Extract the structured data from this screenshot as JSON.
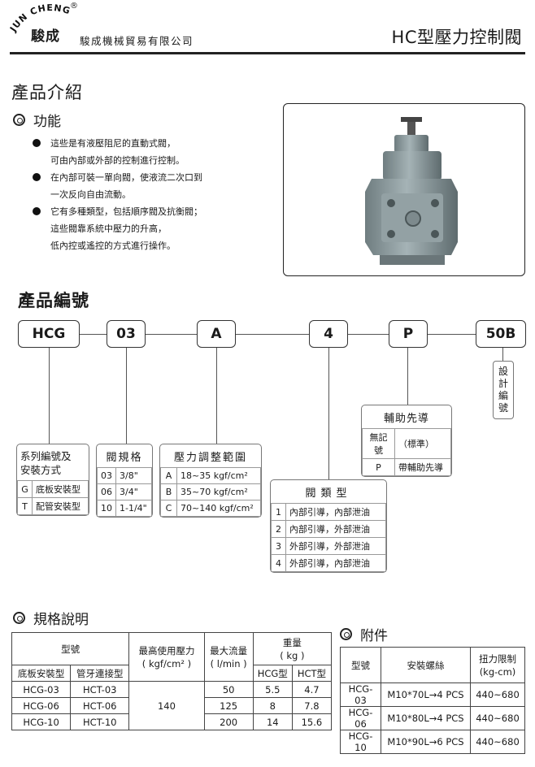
{
  "header": {
    "logo_latin": "JUN CHENG",
    "logo_registered": "®",
    "logo_cn": "駿成",
    "company": "駿成機械貿易有限公司",
    "title": "HC型壓力控制閥"
  },
  "intro": {
    "heading": "產品介紹",
    "function_heading": "功能",
    "features": [
      [
        "這些是有液壓阻尼的直動式閥，",
        "可由內部或外部的控制進行控制。"
      ],
      [
        "在內部可裝一單向閥，使液流二次口到",
        "一次反向自由流動。"
      ],
      [
        "它有多種類型，包括順序閥及抗衡閥；",
        "這些閥靠系統中壓力的升高，",
        "低內控或遙控的方式進行操作。"
      ]
    ]
  },
  "code": {
    "heading": "產品編號",
    "boxes": [
      "HCG",
      "03",
      "A",
      "4",
      "P",
      "50B"
    ],
    "series": {
      "title": [
        "系列編號及",
        "安裝方式"
      ],
      "rows": [
        [
          "G",
          "底板安裝型"
        ],
        [
          "T",
          "配管安裝型"
        ]
      ]
    },
    "size": {
      "title": "閥規格",
      "rows": [
        [
          "03",
          "3/8\""
        ],
        [
          "06",
          "3/4\""
        ],
        [
          "10",
          "1-1/4\""
        ]
      ]
    },
    "pressure": {
      "title": "壓力調整範圍",
      "rows": [
        [
          "A",
          "18~35 kgf/cm²"
        ],
        [
          "B",
          "35~70 kgf/cm²"
        ],
        [
          "C",
          "70~140 kgf/cm²"
        ]
      ]
    },
    "valve_type": {
      "title": "閥類型",
      "rows": [
        [
          "1",
          "內部引導，內部泄油"
        ],
        [
          "2",
          "內部引導，外部泄油"
        ],
        [
          "3",
          "外部引導，外部泄油"
        ],
        [
          "4",
          "外部引導，內部泄油"
        ]
      ]
    },
    "pilot": {
      "title": "輔助先導",
      "rows": [
        [
          "無記號",
          "（標準）"
        ],
        [
          "P",
          "帶輔助先導"
        ]
      ]
    },
    "design": [
      "設",
      "計",
      "編",
      "號"
    ]
  },
  "specs": {
    "heading": "規格說明",
    "headers": {
      "model": "型號",
      "plate": "底板安裝型",
      "thread": "管牙連接型",
      "max_pressure": "最高使用壓力",
      "pressure_unit": "( kgf/cm² )",
      "max_flow": "最大流量",
      "flow_unit": "( l/min )",
      "weight": "重量",
      "weight_unit": "( kg )",
      "hcg": "HCG型",
      "hct": "HCT型"
    },
    "pressure_value": "140",
    "rows": [
      [
        "HCG-03",
        "HCT-03",
        "50",
        "5.5",
        "4.7"
      ],
      [
        "HCG-06",
        "HCT-06",
        "125",
        "8",
        "7.8"
      ],
      [
        "HCG-10",
        "HCT-10",
        "200",
        "14",
        "15.6"
      ]
    ]
  },
  "accessories": {
    "heading": "附件",
    "headers": {
      "model": "型號",
      "bolts": "安裝螺絲",
      "torque": "扭力限制",
      "torque_unit": "(kg-cm)"
    },
    "rows": [
      [
        "HCG-03",
        "M10*70L→4 PCS",
        "440~680"
      ],
      [
        "HCG-06",
        "M10*80L→4 PCS",
        "440~680"
      ],
      [
        "HCG-10",
        "M10*90L→6 PCS",
        "440~680"
      ]
    ]
  },
  "colors": {
    "valve_body": "#8e9da1",
    "line": "#222222"
  }
}
